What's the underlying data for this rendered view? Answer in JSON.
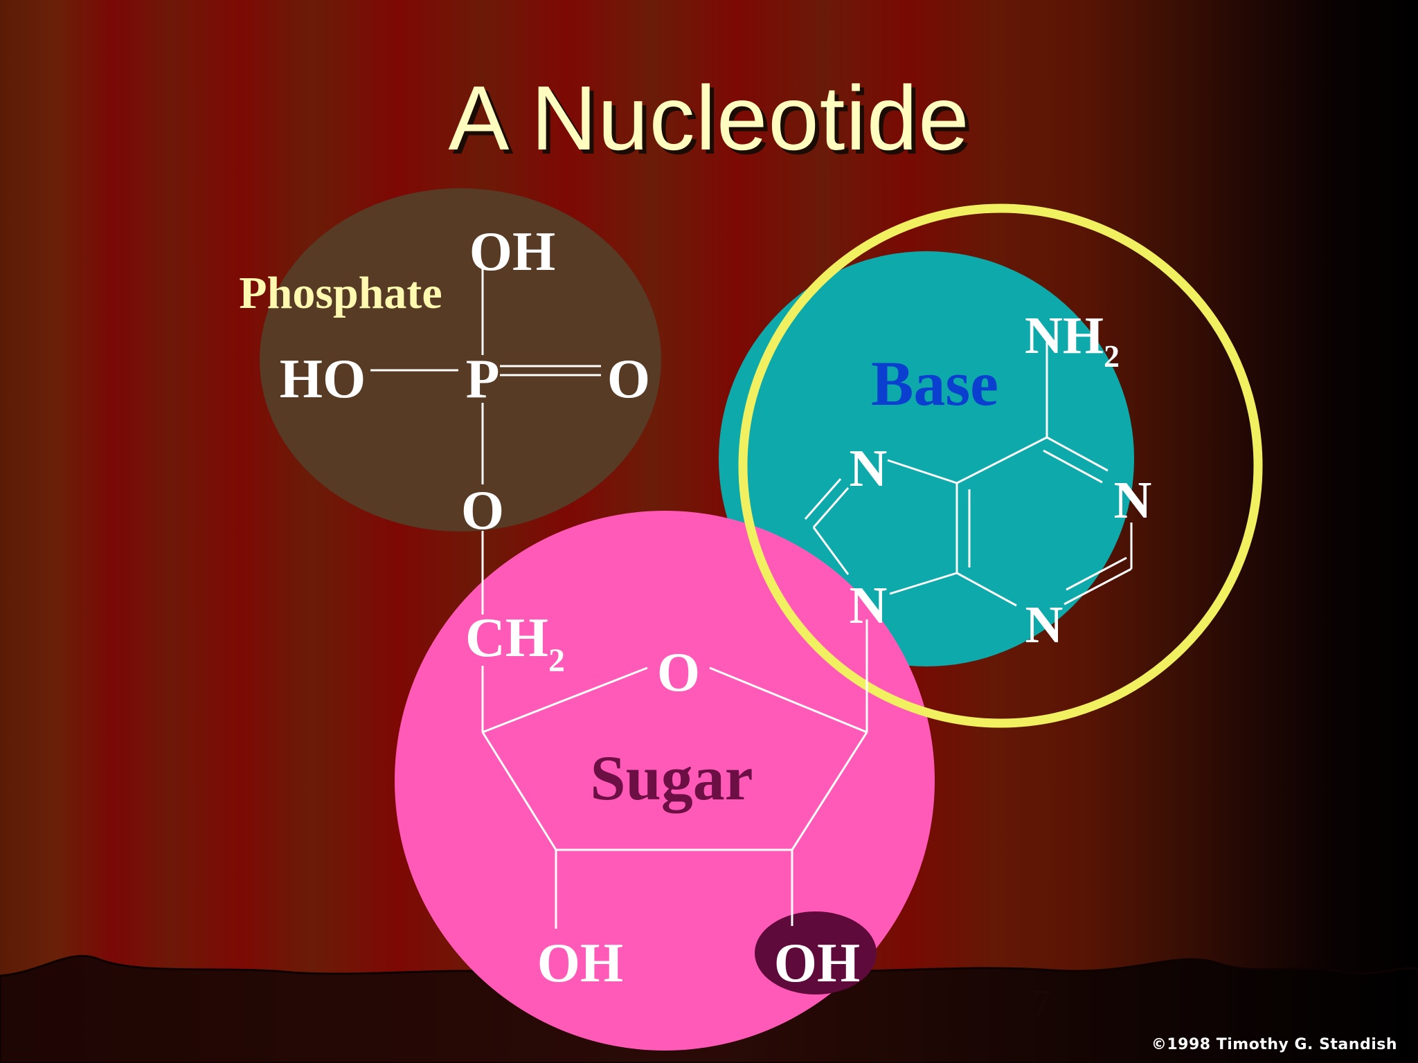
{
  "slide": {
    "title": "A Nucleotide",
    "number": "7",
    "copyright": "©1998 Timothy G. Standish"
  },
  "phosphate": {
    "region_label": "Phosphate",
    "atom_top_oh": "OH",
    "atom_ho": "HO",
    "atom_p": "P",
    "atom_o_double": "O",
    "atom_o_bridge": "O",
    "color": "#573b24"
  },
  "sugar": {
    "region_label": "Sugar",
    "atom_ch2": "CH",
    "atom_ch2_sub": "2",
    "atom_ring_o": "O",
    "atom_oh_left": "OH",
    "atom_oh_right": "OH",
    "color": "#ff5ab8",
    "label_color": "#6b0f45",
    "oh_highlight_color": "#5e0a3a"
  },
  "base": {
    "region_label": "Base",
    "atom_nh2": "NH",
    "atom_nh2_sub": "2",
    "atom_n1": "N",
    "atom_n2": "N",
    "atom_n3": "N",
    "atom_n4": "N",
    "color": "#0eaaab",
    "label_color": "#0a3fd0",
    "ring_color": "#f0f060"
  }
}
